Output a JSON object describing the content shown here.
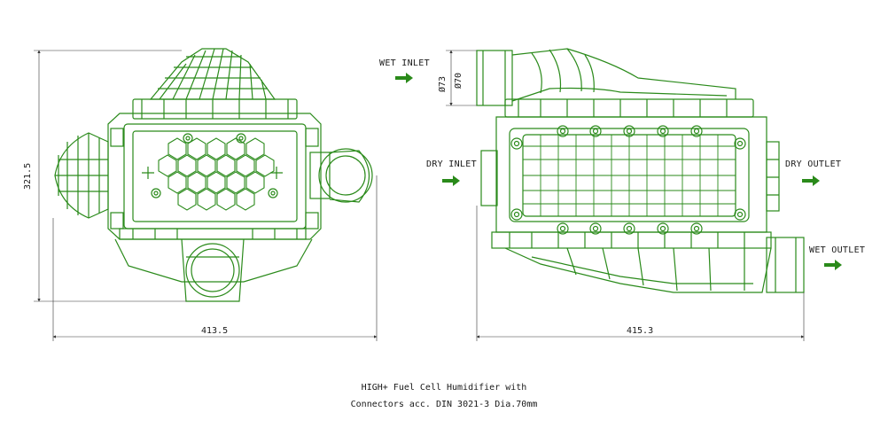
{
  "colors": {
    "drawing": "#2a8a1a",
    "dimension": "#333333",
    "arrow": "#2a8a1a"
  },
  "dimensions": {
    "left_height": "321.5",
    "left_width": "413.5",
    "right_width": "415.3",
    "right_dia_outer": "Ø73",
    "right_dia_inner": "Ø70"
  },
  "flow_labels": {
    "wet_inlet": "WET INLET",
    "dry_inlet": "DRY INLET",
    "dry_outlet": "DRY OUTLET",
    "wet_outlet": "WET OUTLET"
  },
  "caption": {
    "line1": "HIGH+ Fuel Cell Humidifier with",
    "line2": "Connectors acc. DIN 3021-3 Dia.70mm"
  }
}
